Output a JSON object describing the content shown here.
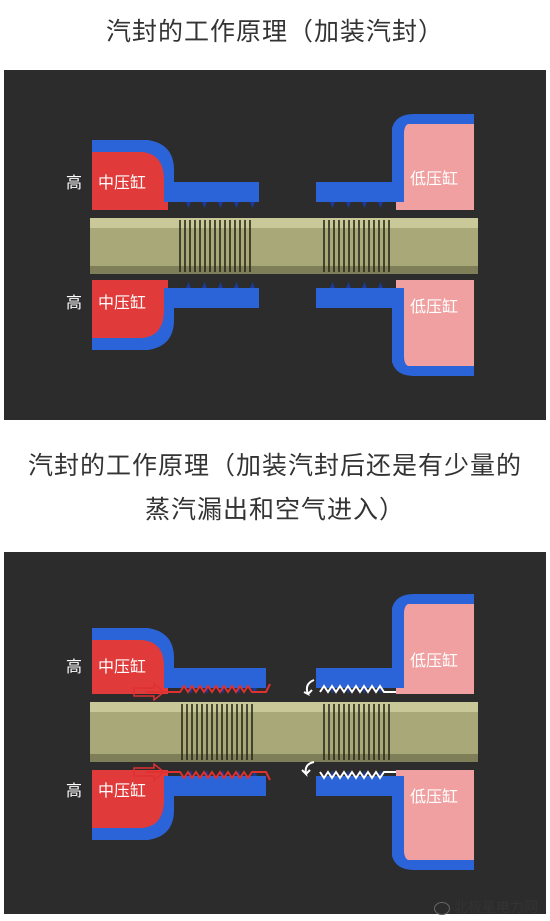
{
  "titles": {
    "first": "汽封的工作原理（加装汽封）",
    "second_line1": "汽封的工作原理（加装汽封后还是有少量的",
    "second_line2": "蒸汽漏出和空气进入）"
  },
  "labels": {
    "high_top": "高",
    "mid_top": "中压缸",
    "low_top": "低压缸",
    "high_bottom": "高",
    "mid_bottom": "中压缸",
    "low_bottom": "低压缸"
  },
  "footer": {
    "brand": "北极星电力网"
  },
  "colors": {
    "panel": "#2c2c2c",
    "hp_cylinder": "#e03a3a",
    "lp_cylinder": "#f0a0a0",
    "casing": "#2a64d8",
    "shaft": "#a8a878",
    "leak": "#e03030"
  }
}
